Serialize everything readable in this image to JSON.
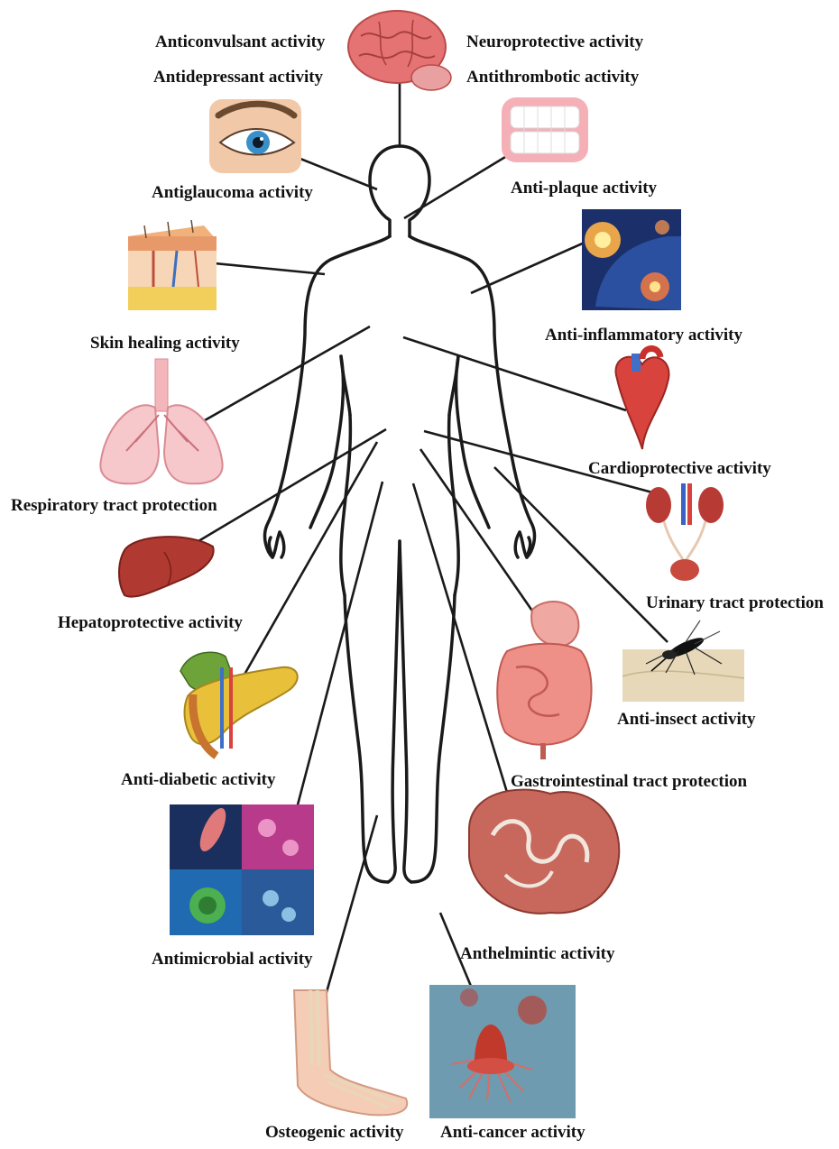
{
  "labels": {
    "anticonvulsant": "Anticonvulsant activity",
    "antidepressant": "Antidepressant activity",
    "neuroprotective": "Neuroprotective activity",
    "antithrombotic": "Antithrombotic activity",
    "antiglaucoma": "Antiglaucoma activity",
    "anti_plaque": "Anti-plaque activity",
    "skin_healing": "Skin healing activity",
    "anti_inflammatory": "Anti-inflammatory activity",
    "respiratory": "Respiratory tract protection",
    "cardioprotective": "Cardioprotective activity",
    "urinary": "Urinary tract protection",
    "hepatoprotective": "Hepatoprotective activity",
    "anti_insect": "Anti-insect activity",
    "anti_diabetic": "Anti-diabetic activity",
    "gastrointestinal": "Gastrointestinal tract protection",
    "antimicrobial": "Antimicrobial activity",
    "anthelmintic": "Anthelmintic activity",
    "osteogenic": "Osteogenic activity",
    "anti_cancer": "Anti-cancer activity"
  },
  "colors": {
    "outline": "#1a1a1a",
    "organ_red": "#c8393a",
    "organ_pink": "#e98a8a",
    "liver": "#b03a32",
    "pancreas": "#e8c03a",
    "lung": "#f3b7bb",
    "skin": "#f2c29a",
    "microbe_blue": "#1b4b86",
    "cancer_bg": "#6e9bb0"
  },
  "icons": {
    "brain": "brain-icon",
    "eye": "eye-icon",
    "teeth": "teeth-icon",
    "skin": "skin-layers-icon",
    "inflamed_joint": "inflamed-shoulder-icon",
    "lungs": "lungs-icon",
    "heart": "heart-icon",
    "kidneys": "urinary-system-icon",
    "liver": "liver-icon",
    "mosquito": "mosquito-icon",
    "pancreas": "pancreas-icon",
    "intestine": "gastrointestinal-icon",
    "microbes": "microbes-icon",
    "worms": "worm-infested-intestine-icon",
    "foot": "foot-bones-icon",
    "tumor": "tumor-cell-icon"
  }
}
